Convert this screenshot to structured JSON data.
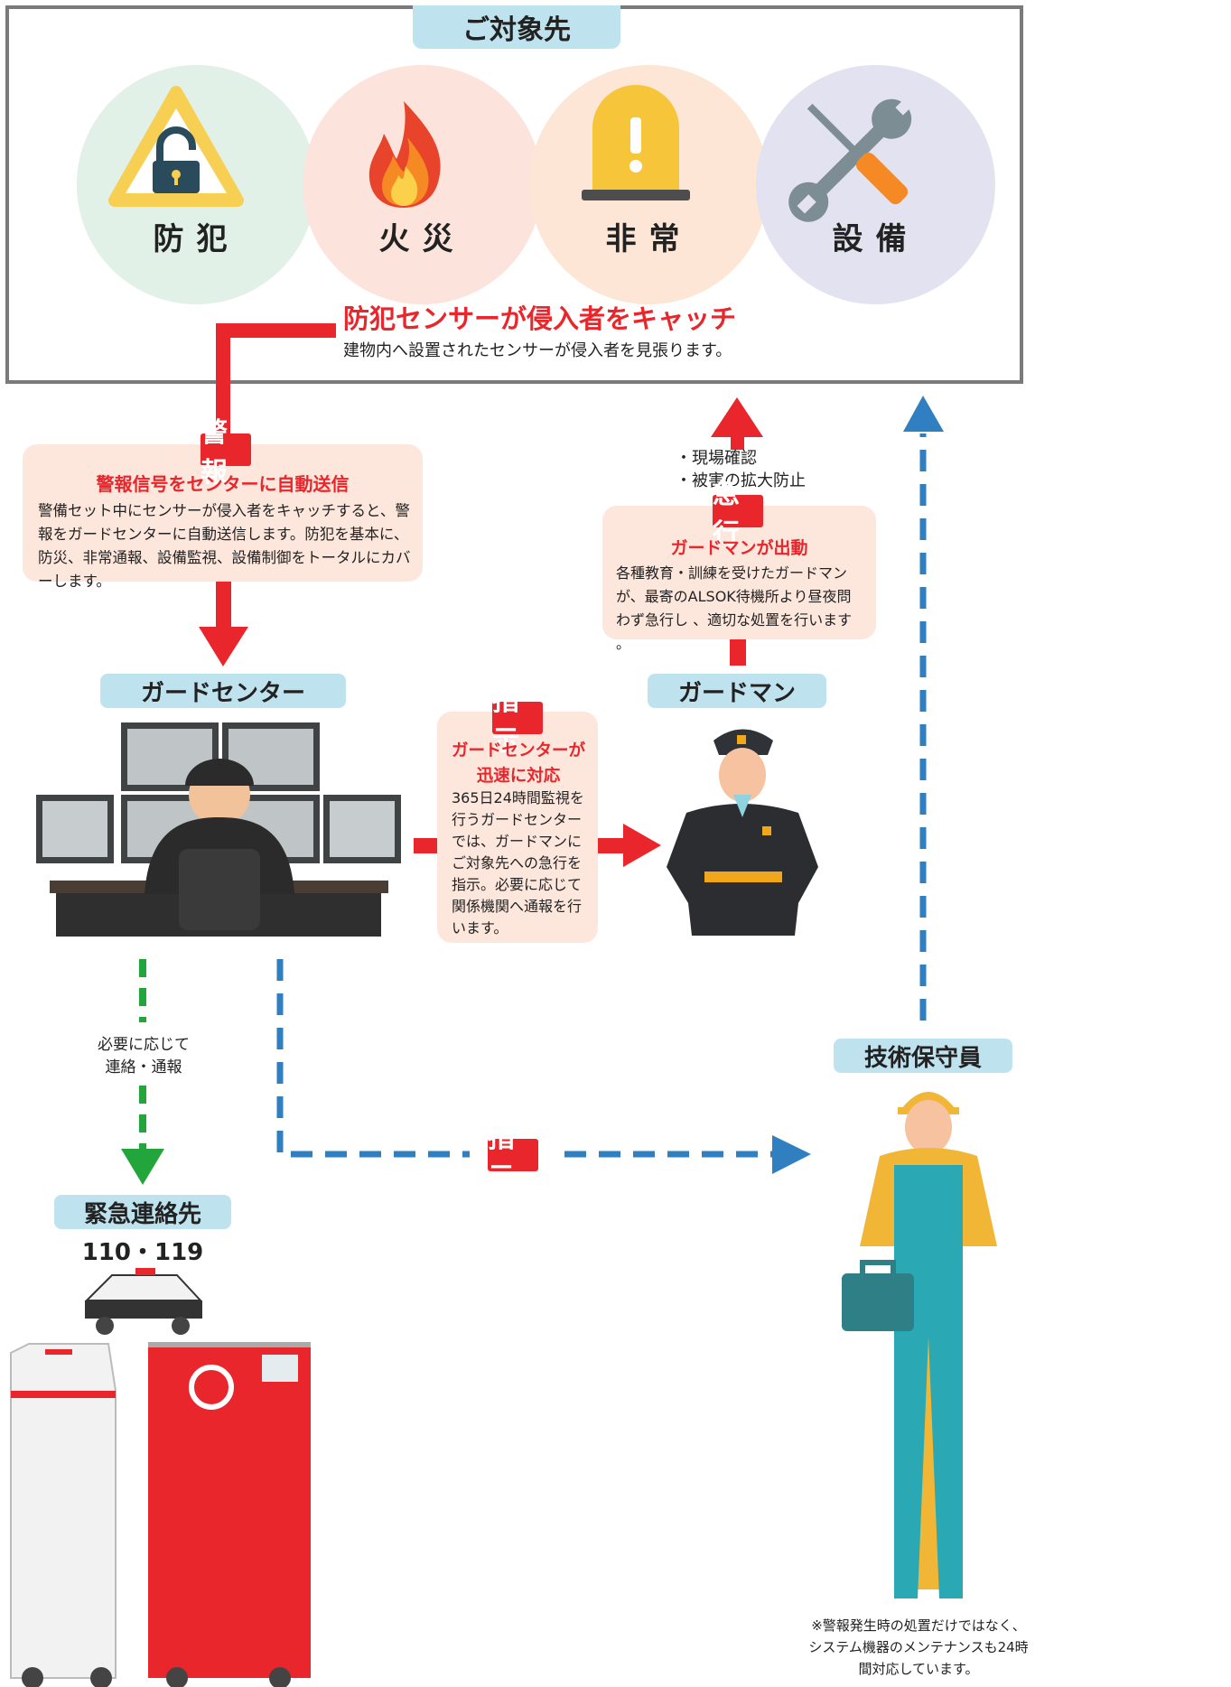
{
  "top": {
    "title": "ご対象先",
    "categories": [
      {
        "label": "防犯",
        "icon": "padlock-warning-icon",
        "bg": "#e2f1e7"
      },
      {
        "label": "火災",
        "icon": "fire-icon",
        "bg": "#fce4dc"
      },
      {
        "label": "非常",
        "icon": "emergency-siren-icon",
        "bg": "#fde6d5"
      },
      {
        "label": "設備",
        "icon": "wrench-screwdriver-icon",
        "bg": "#e3e2f1"
      }
    ],
    "headline": "防犯センサーが侵入者をキャッチ",
    "subline": "建物内へ設置されたセンサーが侵入者を見張ります。"
  },
  "alarm": {
    "tag": "警報",
    "title": "警報信号をセンターに自動送信",
    "body": "警備セット中にセンサーが侵入者をキャッチすると、警報をガードセンターに自動送信します。防犯を基本に、防災、非常通報、設備監視、設備制御をトータルにカバーします。"
  },
  "dispatch": {
    "bullets": [
      "・現場確認",
      "・被害の拡大防止"
    ],
    "tag": "急行",
    "title": "ガードマンが出動",
    "body": "各種教育・訓練を受けたガードマンが、最寄のALSOK待機所より昼夜問わず急行し 、適切な処置を行います 。"
  },
  "guard_center": {
    "label": "ガードセンター"
  },
  "guardman": {
    "label": "ガードマン"
  },
  "instruction": {
    "tag": "指示",
    "title": "ガードセンターが迅速に対応",
    "body": "365日24時間監視を行うガードセンターでは、ガードマンにご対象先への急行を指示。必要に応じて関係機関へ通報を行います。"
  },
  "notify": {
    "text": "必要に応じて連絡・通報"
  },
  "instruct2": {
    "tag": "指示"
  },
  "technician": {
    "label": "技術保守員",
    "note": "※警報発生時の処置だけではなく、システム機器のメンテナンスも24時間対応しています。"
  },
  "emergency": {
    "label": "緊急連絡先",
    "numbers": "110・119"
  },
  "colors": {
    "red": "#e8262b",
    "blue": "#2f7fc1",
    "green": "#22a53a",
    "pill": "#bfe3ee",
    "card": "#fde6dc"
  }
}
